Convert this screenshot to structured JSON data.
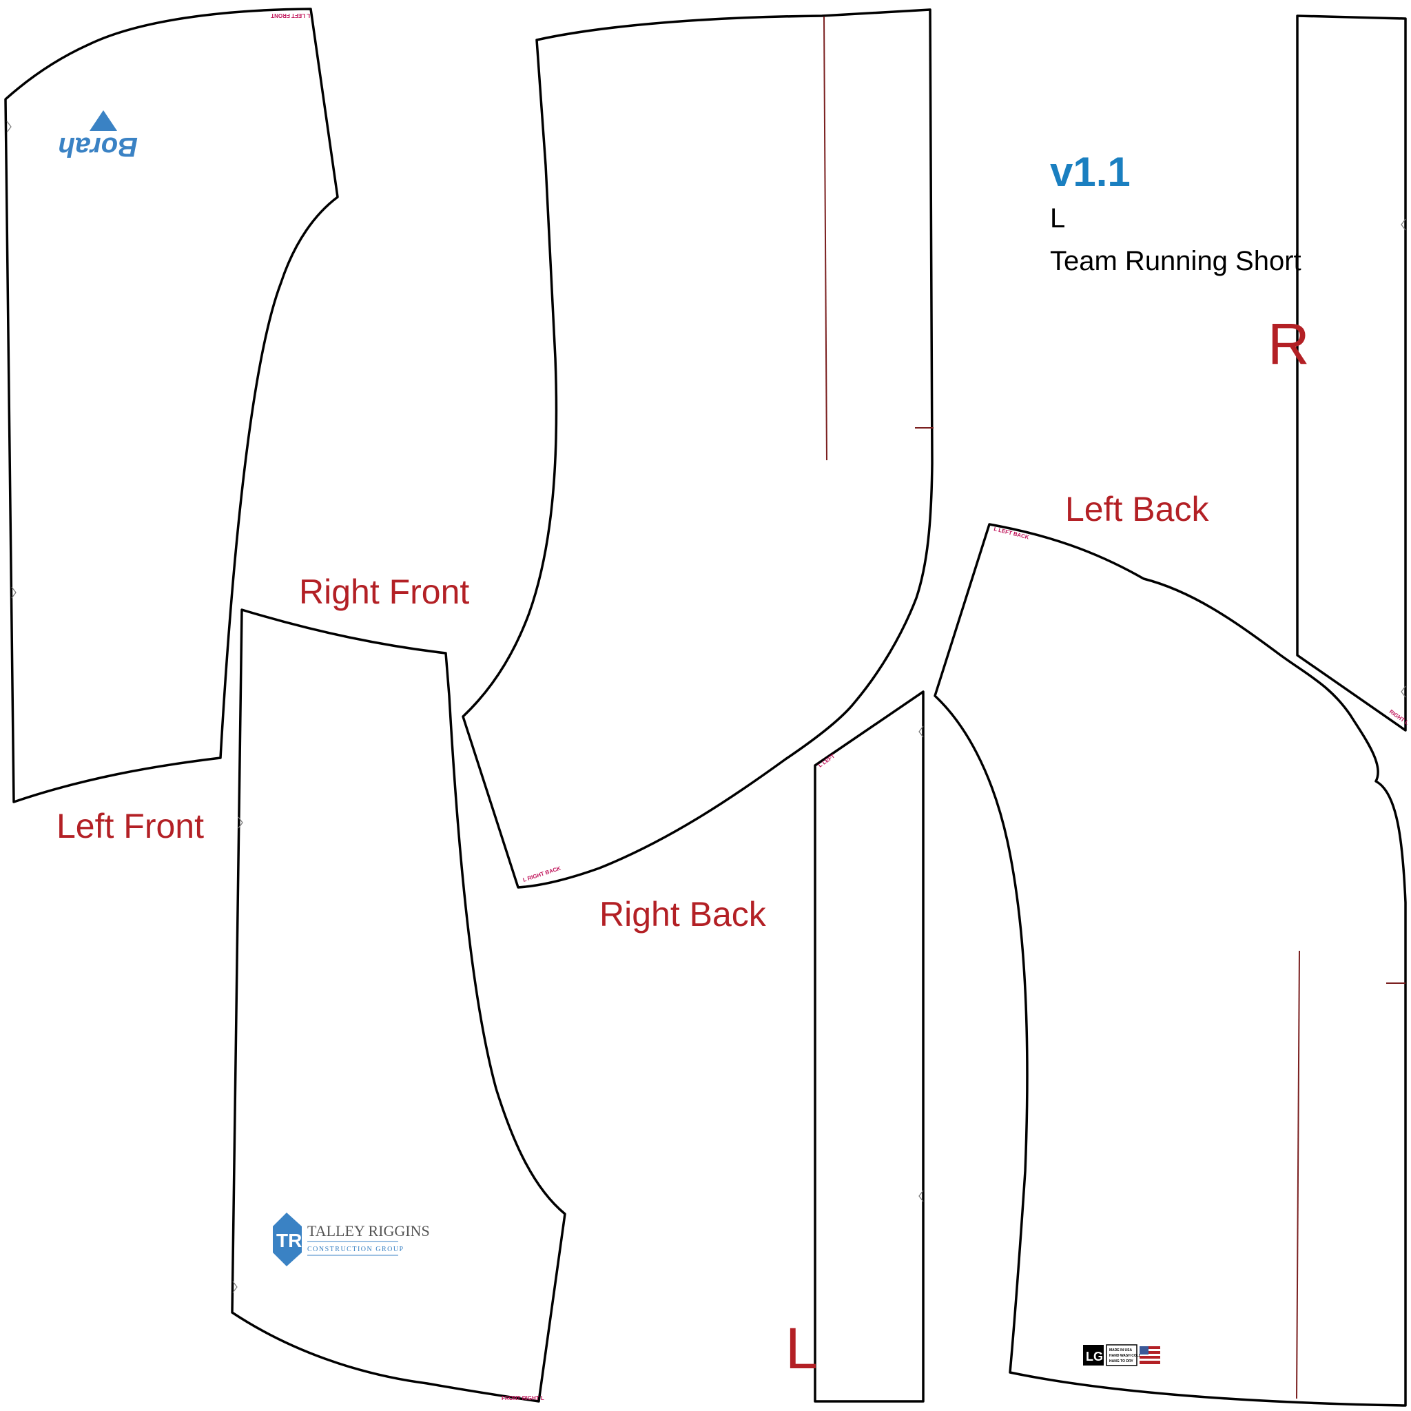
{
  "spec": {
    "version": "v1.1",
    "size": "L",
    "product": "Team Running Short"
  },
  "pieces": {
    "left_front": {
      "label": "Left Front",
      "tag": "L    LEFT    FRONT"
    },
    "right_front": {
      "label": "Right Front",
      "tag": "FRONT    RIGHT    L"
    },
    "right_back": {
      "label": "Right Back",
      "tag": "L    RIGHT    BACK"
    },
    "left_back": {
      "label": "Left Back",
      "tag": "L    LEFT    BACK"
    },
    "left_strip": {
      "label": "L",
      "tag": "L    LEFT"
    },
    "right_strip": {
      "label": "R",
      "tag": "RIGHT    L"
    }
  },
  "logos": {
    "borah": {
      "text": "Borah",
      "icon": "borah-logo-icon"
    },
    "talley_riggins": {
      "name": "TALLEY RIGGINS",
      "sub": "CONSTRUCTION GROUP",
      "mark": "TR",
      "icon": "talley-riggins-logo-icon"
    },
    "care_label": {
      "size": "LG",
      "lines": [
        "MADE IN USA",
        "HAND WASH COLD",
        "HANG TO DRY"
      ],
      "icon": "usa-flag-icon"
    }
  },
  "colors": {
    "label_red": "#b32025",
    "version_blue": "#1a7fc0",
    "logo_blue": "#3a82c4",
    "tag_magenta": "#c0145a",
    "outline": "#000000"
  }
}
